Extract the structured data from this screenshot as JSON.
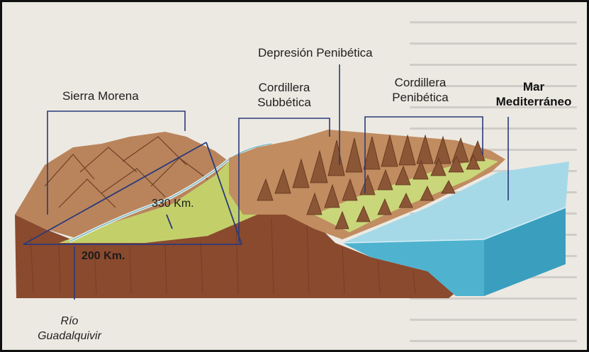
{
  "labels": {
    "depresion": "Depresión Penibética",
    "sierra_morena": "Sierra Morena",
    "subbetica_line1": "Cordillera",
    "subbetica_line2": "Subbética",
    "penibetica_line1": "Cordillera",
    "penibetica_line2": "Penibética",
    "mar_line1": "Mar",
    "mar_line2": "Mediterráneo",
    "rio_line1": "Río",
    "rio_line2": "Guadalquivir"
  },
  "measurements": {
    "length": "330 Km.",
    "width": "200 Km."
  },
  "colors": {
    "earth": "#8a4a2e",
    "mountain": "#b07650",
    "valley": "#c9d36a",
    "sea": "#8fcfe0",
    "sea_side": "#4fb3cf",
    "leader_line": "#2a3a7a"
  }
}
